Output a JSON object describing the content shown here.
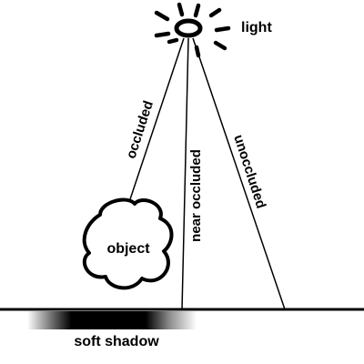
{
  "labels": {
    "light": "light",
    "occluded": "occluded",
    "near_occluded": "near occluded",
    "unoccluded": "unoccluded",
    "object": "object",
    "soft_shadow": "soft shadow"
  },
  "colors": {
    "ink": "#000000",
    "background": "#ffffff"
  }
}
